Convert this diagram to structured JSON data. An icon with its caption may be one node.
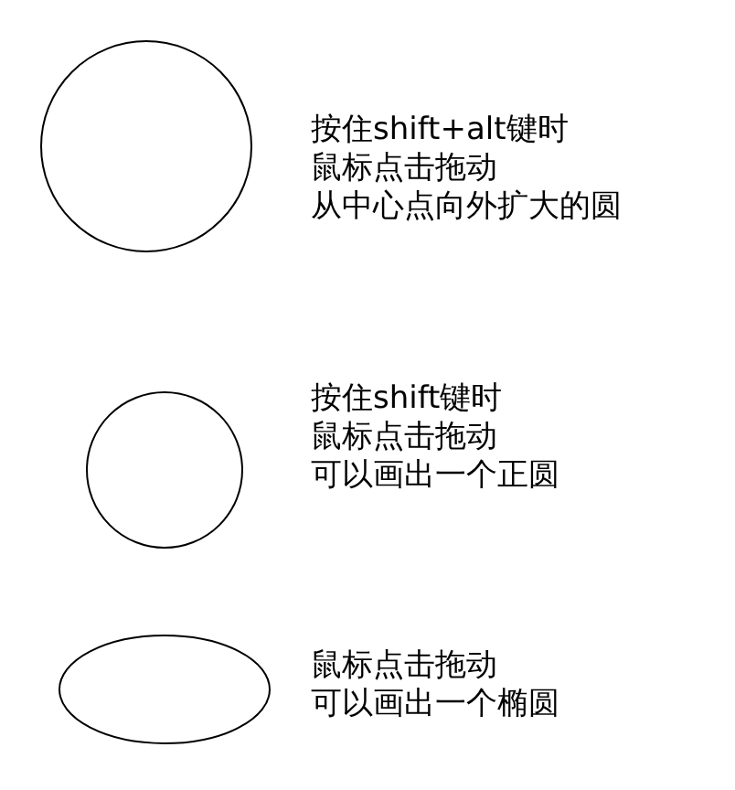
{
  "diagram": {
    "nodes": [
      {
        "text": [],
        "shape": "circle",
        "beside": [
          "按住shift+alt键时鼠标点击拖动从中心点向外扩大的圆"
        ]
      },
      {
        "text": [],
        "shape": "circle",
        "beside": [
          "按住shift键时鼠标点击拖动可以画出一个正圆"
        ]
      },
      {
        "text": [],
        "shape": "ellipse",
        "beside": [
          "鼠标点击拖动可以画出一个椭圆"
        ]
      }
    ]
  }
}
